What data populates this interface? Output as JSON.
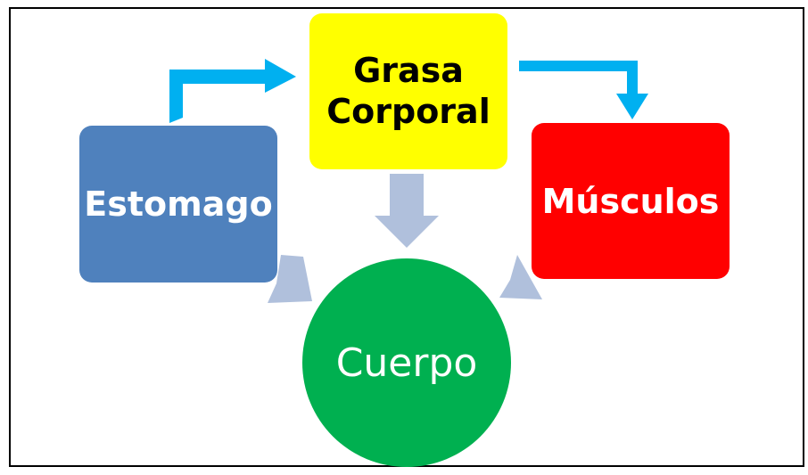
{
  "nodes": {
    "estomago": "Estomago",
    "grasa_line1": "Grasa",
    "grasa_line2": "Corporal",
    "musculos": "Músculos",
    "cuerpo": "Cuerpo"
  },
  "colors": {
    "estomago": "#4f81bd",
    "grasa": "#ffff00",
    "musculos": "#ff0000",
    "cuerpo": "#00b050",
    "flow_arrow": "#00b0f0",
    "converge_arrow": "#b0c0dc"
  }
}
